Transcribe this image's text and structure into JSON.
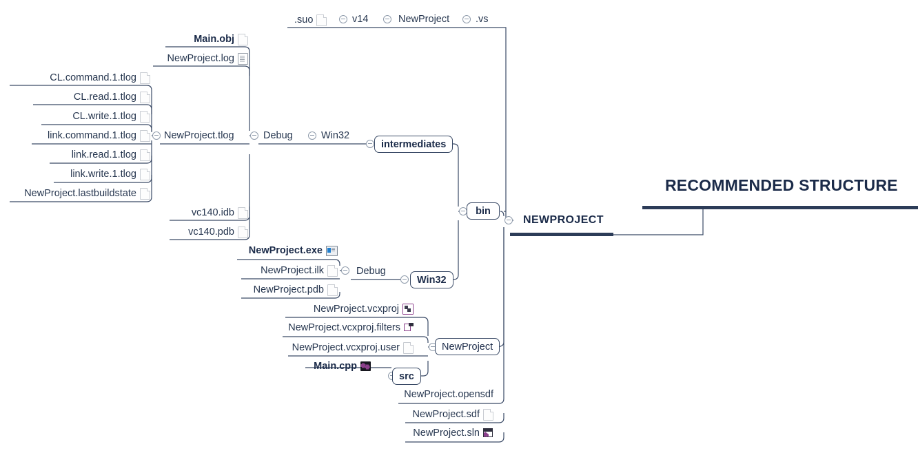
{
  "title": {
    "main": "RECOMMENDED STRUCTURE",
    "root": "NEWPROJECT"
  },
  "colors": {
    "text": "#26364f",
    "accent_bar": "#2c3c58",
    "line": "#3a4a66",
    "circle": "#8f9bab"
  },
  "nodes": {
    "intermediates": "intermediates",
    "bin": "bin",
    "win32_bin": "Win32",
    "newproject_folder": "NewProject",
    "src": "src"
  },
  "labels": {
    "debug_top": "Debug",
    "win32_top": "Win32",
    "newproject_tlog": "NewProject.tlog",
    "debug_bin": "Debug",
    "suo": ".suo",
    "v14": "v14",
    "vs_newproject": "NewProject",
    "vs": ".vs"
  },
  "groups": {
    "tlog_files": [
      {
        "label": "CL.command.1.tlog",
        "icon": "page-icon"
      },
      {
        "label": "CL.read.1.tlog",
        "icon": "page-icon"
      },
      {
        "label": "CL.write.1.tlog",
        "icon": "page-icon"
      },
      {
        "label": "link.command.1.tlog",
        "icon": "page-icon"
      },
      {
        "label": "link.read.1.tlog",
        "icon": "page-icon"
      },
      {
        "label": "link.write.1.tlog",
        "icon": "page-icon"
      },
      {
        "label": "NewProject.lastbuildstate",
        "icon": "page-icon"
      }
    ],
    "intermediate_files": [
      {
        "label": "Main.obj",
        "icon": "page-icon",
        "bold": true
      },
      {
        "label": "NewProject.log",
        "icon": "log-icon",
        "bold": false
      },
      {
        "label": "vc140.idb",
        "icon": "page-icon",
        "bold": false
      },
      {
        "label": "vc140.pdb",
        "icon": "page-icon",
        "bold": false
      }
    ],
    "bin_debug_files": [
      {
        "label": "NewProject.exe",
        "icon": "exe-icon",
        "bold": true
      },
      {
        "label": "NewProject.ilk",
        "icon": "page-icon",
        "bold": false
      },
      {
        "label": "NewProject.pdb",
        "icon": "page-icon",
        "bold": false
      }
    ],
    "project_files": [
      {
        "label": "NewProject.vcxproj",
        "icon": "vcxproj-icon",
        "bold": false
      },
      {
        "label": "NewProject.vcxproj.filters",
        "icon": "filters-icon",
        "bold": false
      },
      {
        "label": "NewProject.vcxproj.user",
        "icon": "page-icon",
        "bold": false
      }
    ],
    "src_files": [
      {
        "label": "Main.cpp",
        "icon": "cpp-icon",
        "bold": true
      }
    ],
    "root_files": [
      {
        "label": "NewProject.opensdf",
        "icon": "none",
        "bold": false
      },
      {
        "label": "NewProject.sdf",
        "icon": "page-icon",
        "bold": false
      },
      {
        "label": "NewProject.sln",
        "icon": "sln-icon",
        "bold": false
      }
    ]
  }
}
